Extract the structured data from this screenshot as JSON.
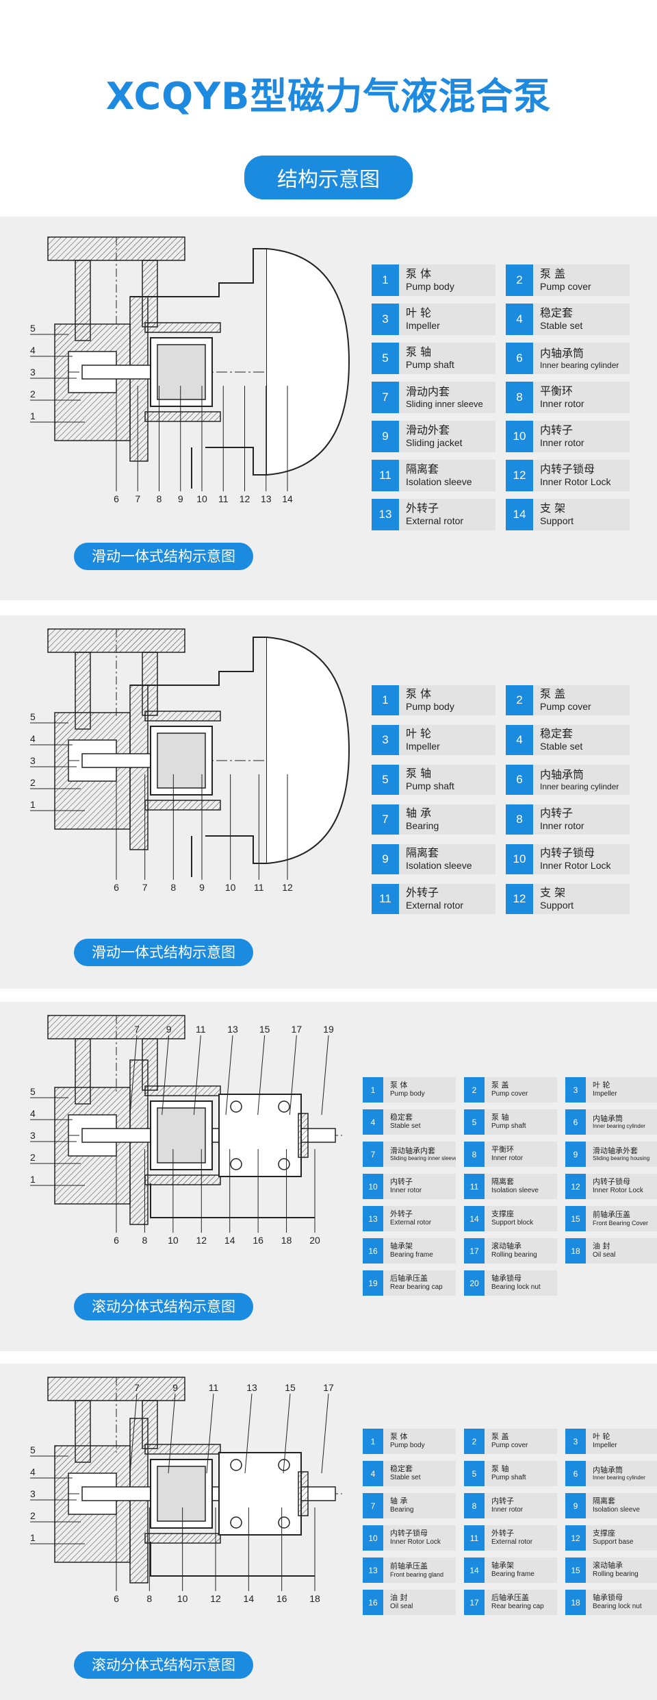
{
  "page": {
    "title": "XCQYB型磁力气液混合泵",
    "subtitle": "结构示意图"
  },
  "sections": [
    {
      "caption": "滑动一体式结构示意图",
      "left_labels": [
        "5",
        "4",
        "3",
        "2",
        "1"
      ],
      "bottom_labels": [
        "6",
        "7",
        "8",
        "9",
        "10",
        "11",
        "12",
        "13",
        "14"
      ],
      "top_labels": [],
      "legend": [
        {
          "num": "1",
          "cn": "泵 体",
          "en": "Pump body"
        },
        {
          "num": "2",
          "cn": "泵 盖",
          "en": "Pump cover"
        },
        {
          "num": "3",
          "cn": "叶 轮",
          "en": "Impeller"
        },
        {
          "num": "4",
          "cn": "稳定套",
          "en": "Stable set"
        },
        {
          "num": "5",
          "cn": "泵 轴",
          "en": "Pump shaft"
        },
        {
          "num": "6",
          "cn": "内轴承筒",
          "en": "Inner bearing cylinder"
        },
        {
          "num": "7",
          "cn": "滑动内套",
          "en": "Sliding inner sleeve"
        },
        {
          "num": "8",
          "cn": "平衡环",
          "en": "Inner rotor"
        },
        {
          "num": "9",
          "cn": "滑动外套",
          "en": "Sliding jacket"
        },
        {
          "num": "10",
          "cn": "内转子",
          "en": "Inner rotor"
        },
        {
          "num": "11",
          "cn": "隔离套",
          "en": "Isolation sleeve"
        },
        {
          "num": "12",
          "cn": "内转子锁母",
          "en": "Inner Rotor Lock"
        },
        {
          "num": "13",
          "cn": "外转子",
          "en": "External rotor"
        },
        {
          "num": "14",
          "cn": "支 架",
          "en": "Support"
        }
      ]
    },
    {
      "caption": "滑动一体式结构示意图",
      "left_labels": [
        "5",
        "4",
        "3",
        "2",
        "1"
      ],
      "bottom_labels": [
        "6",
        "7",
        "8",
        "9",
        "10",
        "11",
        "12"
      ],
      "top_labels": [],
      "legend": [
        {
          "num": "1",
          "cn": "泵 体",
          "en": "Pump body"
        },
        {
          "num": "2",
          "cn": "泵 盖",
          "en": "Pump cover"
        },
        {
          "num": "3",
          "cn": "叶 轮",
          "en": "Impeller"
        },
        {
          "num": "4",
          "cn": "稳定套",
          "en": "Stable set"
        },
        {
          "num": "5",
          "cn": "泵 轴",
          "en": "Pump shaft"
        },
        {
          "num": "6",
          "cn": "内轴承筒",
          "en": "Inner bearing cylinder"
        },
        {
          "num": "7",
          "cn": "轴 承",
          "en": "Bearing"
        },
        {
          "num": "8",
          "cn": "内转子",
          "en": "Inner rotor"
        },
        {
          "num": "9",
          "cn": "隔离套",
          "en": "Isolation sleeve"
        },
        {
          "num": "10",
          "cn": "内转子锁母",
          "en": "Inner Rotor Lock"
        },
        {
          "num": "11",
          "cn": "外转子",
          "en": "External rotor"
        },
        {
          "num": "12",
          "cn": "支 架",
          "en": "Support"
        }
      ]
    },
    {
      "caption": "滚动分体式结构示意图",
      "left_labels": [
        "5",
        "4",
        "3",
        "2",
        "1"
      ],
      "bottom_labels": [
        "6",
        "8",
        "10",
        "12",
        "14",
        "16",
        "18",
        "20"
      ],
      "top_labels": [
        "7",
        "9",
        "11",
        "13",
        "15",
        "17",
        "19"
      ],
      "legend": [
        {
          "num": "1",
          "cn": "泵 体",
          "en": "Pump body"
        },
        {
          "num": "2",
          "cn": "泵 盖",
          "en": "Pump cover"
        },
        {
          "num": "3",
          "cn": "叶 轮",
          "en": "Impeller"
        },
        {
          "num": "4",
          "cn": "稳定套",
          "en": "Stable set"
        },
        {
          "num": "5",
          "cn": "泵 轴",
          "en": "Pump shaft"
        },
        {
          "num": "6",
          "cn": "内轴承筒",
          "en": "Inner bearing cylinder"
        },
        {
          "num": "7",
          "cn": "滑动轴承内套",
          "en": "Sliding bearing inner sleeve"
        },
        {
          "num": "8",
          "cn": "平衡环",
          "en": "Inner rotor"
        },
        {
          "num": "9",
          "cn": "滑动轴承外套",
          "en": "Sliding bearing housing"
        },
        {
          "num": "10",
          "cn": "内转子",
          "en": "Inner rotor"
        },
        {
          "num": "11",
          "cn": "隔离套",
          "en": "Isolation sleeve"
        },
        {
          "num": "12",
          "cn": "内转子锁母",
          "en": "Inner Rotor Lock"
        },
        {
          "num": "13",
          "cn": "外转子",
          "en": "External rotor"
        },
        {
          "num": "14",
          "cn": "支撑座",
          "en": "Support block"
        },
        {
          "num": "15",
          "cn": "前轴承压盖",
          "en": "Front Bearing Cover"
        },
        {
          "num": "16",
          "cn": "轴承架",
          "en": "Bearing frame"
        },
        {
          "num": "17",
          "cn": "滚动轴承",
          "en": "Rolling bearing"
        },
        {
          "num": "18",
          "cn": "油 封",
          "en": "Oil seal"
        },
        {
          "num": "19",
          "cn": "后轴承压盖",
          "en": "Rear bearing cap"
        },
        {
          "num": "20",
          "cn": "轴承锁母",
          "en": "Bearing lock nut"
        }
      ]
    },
    {
      "caption": "滚动分体式结构示意图",
      "left_labels": [
        "5",
        "4",
        "3",
        "2",
        "1"
      ],
      "bottom_labels": [
        "6",
        "8",
        "10",
        "12",
        "14",
        "16",
        "18"
      ],
      "top_labels": [
        "7",
        "9",
        "11",
        "13",
        "15",
        "17"
      ],
      "legend": [
        {
          "num": "1",
          "cn": "泵 体",
          "en": "Pump body"
        },
        {
          "num": "2",
          "cn": "泵 盖",
          "en": "Pump cover"
        },
        {
          "num": "3",
          "cn": "叶 轮",
          "en": "Impeller"
        },
        {
          "num": "4",
          "cn": "稳定套",
          "en": "Stable set"
        },
        {
          "num": "5",
          "cn": "泵 轴",
          "en": "Pump shaft"
        },
        {
          "num": "6",
          "cn": "内轴承筒",
          "en": "Inner bearing cylinder"
        },
        {
          "num": "7",
          "cn": "轴 承",
          "en": "Bearing"
        },
        {
          "num": "8",
          "cn": "内转子",
          "en": "Inner rotor"
        },
        {
          "num": "9",
          "cn": "隔离套",
          "en": "Isolation sleeve"
        },
        {
          "num": "10",
          "cn": "内转子锁母",
          "en": "Inner Rotor Lock"
        },
        {
          "num": "11",
          "cn": "外转子",
          "en": "External rotor"
        },
        {
          "num": "12",
          "cn": "支撑座",
          "en": "Support base"
        },
        {
          "num": "13",
          "cn": "前轴承压盖",
          "en": "Front bearing gland"
        },
        {
          "num": "14",
          "cn": "轴承架",
          "en": "Bearing frame"
        },
        {
          "num": "15",
          "cn": "滚动轴承",
          "en": "Rolling bearing"
        },
        {
          "num": "16",
          "cn": "油 封",
          "en": "Oil seal"
        },
        {
          "num": "17",
          "cn": "后轴承压盖",
          "en": "Rear bearing cap"
        },
        {
          "num": "18",
          "cn": "轴承锁母",
          "en": "Bearing lock nut"
        }
      ]
    }
  ]
}
